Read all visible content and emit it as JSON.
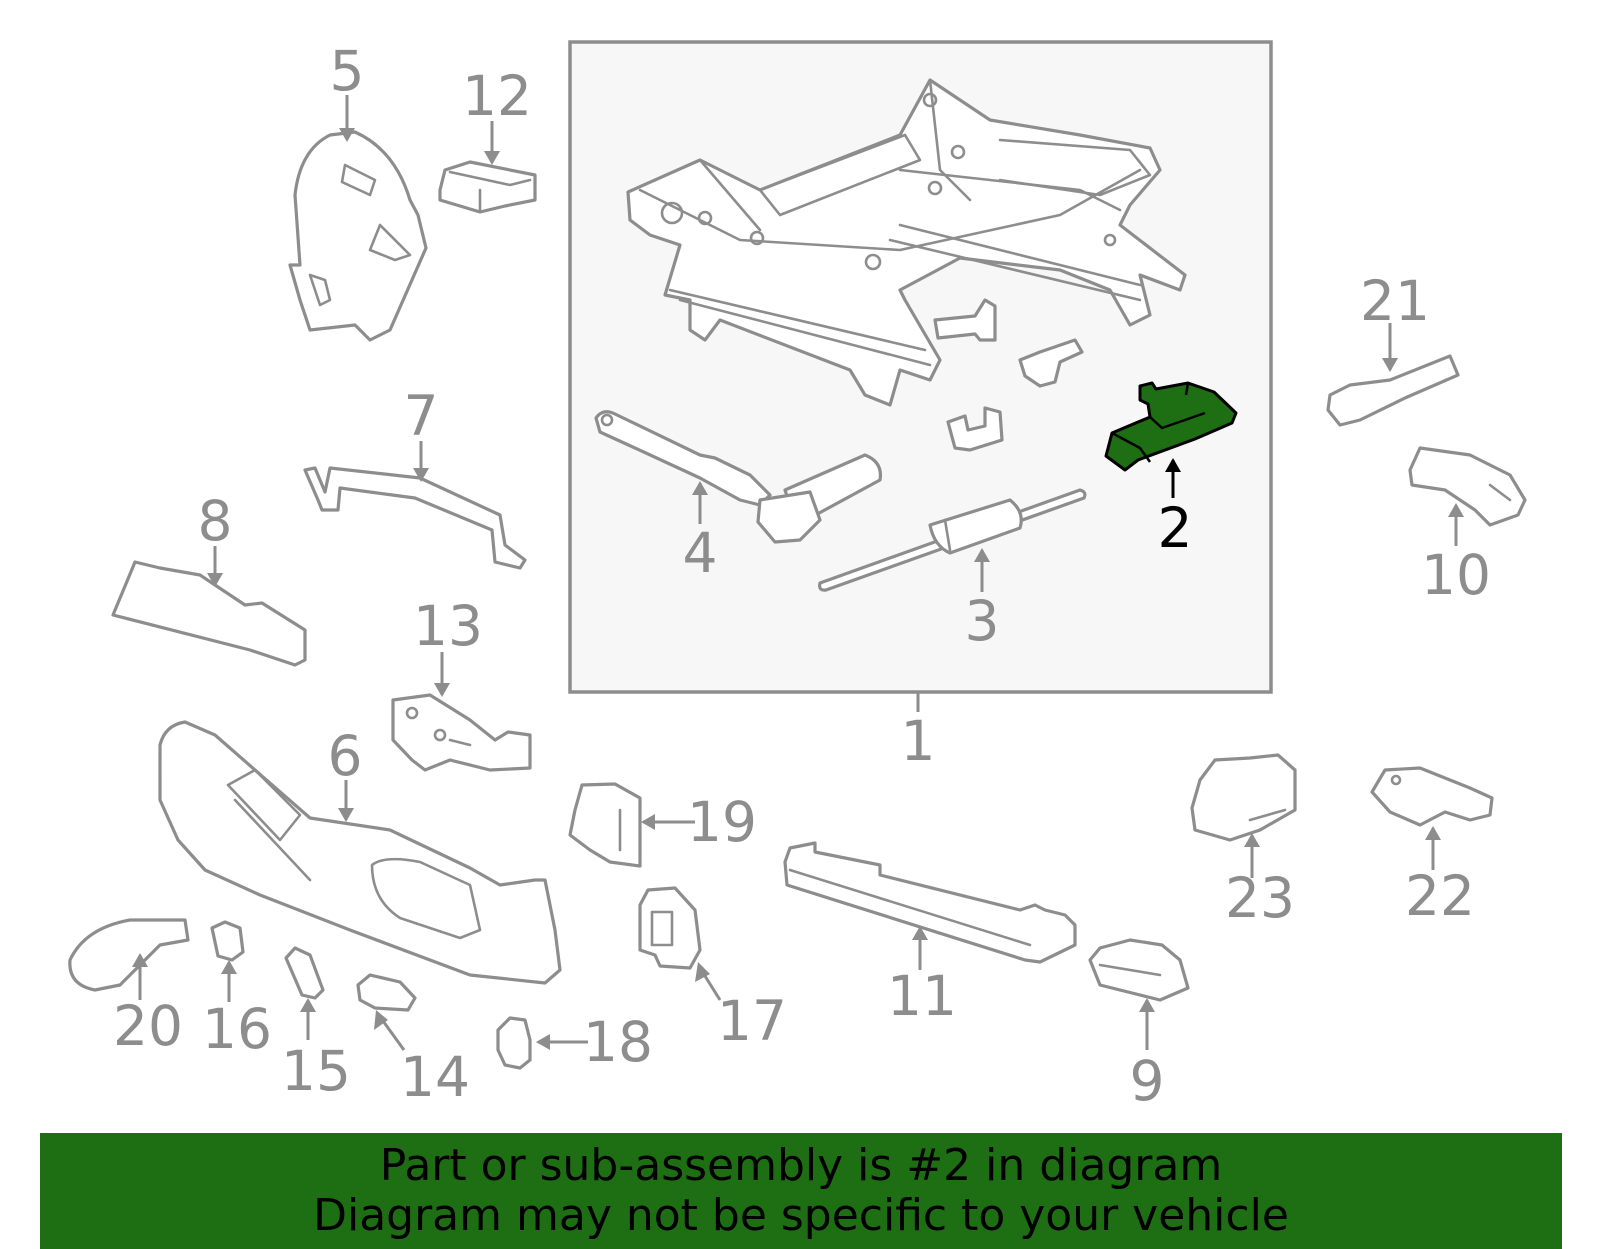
{
  "highlight_color": "#1e6e14",
  "part_fill_color": "#ffffff",
  "line_color": "#8d8d8d",
  "callouts": {
    "c1": "1",
    "c2": "2",
    "c3": "3",
    "c4": "4",
    "c5": "5",
    "c6": "6",
    "c7": "7",
    "c8": "8",
    "c9": "9",
    "c10": "10",
    "c11": "11",
    "c12": "12",
    "c13": "13",
    "c14": "14",
    "c15": "15",
    "c16": "16",
    "c17": "17",
    "c18": "18",
    "c19": "19",
    "c20": "20",
    "c21": "21",
    "c22": "22",
    "c23": "23"
  },
  "highlighted_part": "2",
  "banner": {
    "line1": "Part or sub-assembly is #2 in diagram",
    "line2": "Diagram may not be specific to your vehicle"
  }
}
